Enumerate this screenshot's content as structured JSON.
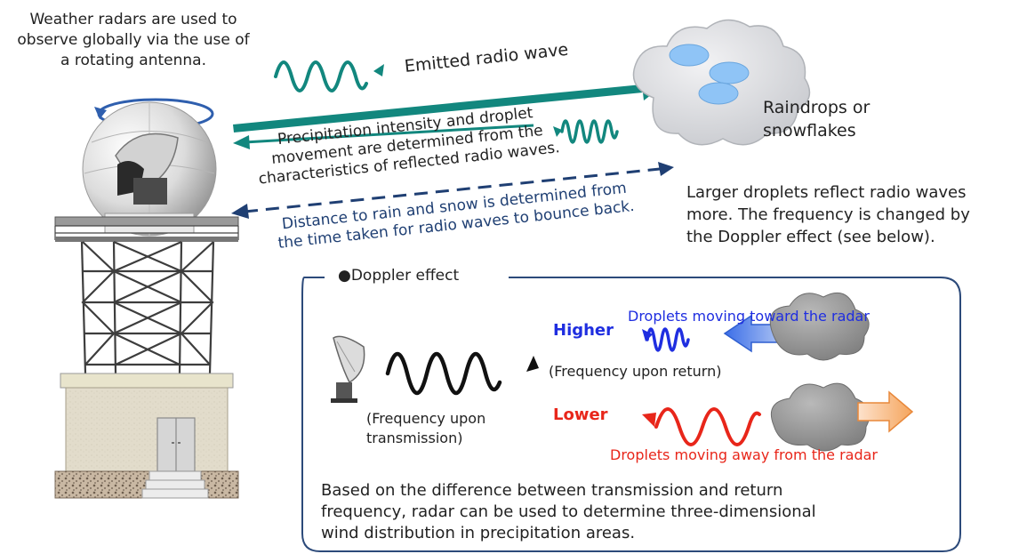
{
  "intro_caption": {
    "line1": "Weather radars are used to",
    "line2": "observe globally via the use of",
    "line3": "a rotating antenna."
  },
  "emitted_label": "Emitted radio wave",
  "target_label": {
    "line1": "Raindrops or",
    "line2": "snowflakes"
  },
  "reflected_caption": {
    "line1": "Precipitation intensity and droplet",
    "line2": "movement are determined from the",
    "line3": "characteristics of reflected radio waves."
  },
  "distance_caption": {
    "line1": "Distance to rain and snow is determined from",
    "line2": "the time taken for radio waves to bounce back."
  },
  "reflection_note": {
    "line1": "Larger droplets reflect radio waves",
    "line2": "more. The frequency is changed by",
    "line3": "the Doppler effect (see below)."
  },
  "doppler": {
    "title": "Doppler effect",
    "bullet": "●",
    "toward_label": "Droplets moving toward the radar",
    "higher_label": "Higher",
    "return_label": "(Frequency upon return)",
    "lower_label": "Lower",
    "away_label": "Droplets moving away from the radar",
    "transmit_label": {
      "line1": "(Frequency upon",
      "line2": "transmission)"
    },
    "summary": {
      "line1": "Based on the difference between transmission and return",
      "line2": "frequency, radar can be used to determine three-dimensional",
      "line3": "wind distribution in precipitation areas."
    }
  },
  "colors": {
    "teal": "#12877e",
    "navy": "#1f3f73",
    "blue_text": "#1f2ee0",
    "red_text": "#e8261a",
    "box_border": "#2c4a7a",
    "cloud": "#d6d8dc",
    "drop": "#8fc4f6"
  },
  "icons": [
    "rotation-arrow-icon",
    "radar-dome-icon",
    "tower-icon",
    "cloud-icon",
    "wave-icon",
    "dish-antenna-icon"
  ]
}
